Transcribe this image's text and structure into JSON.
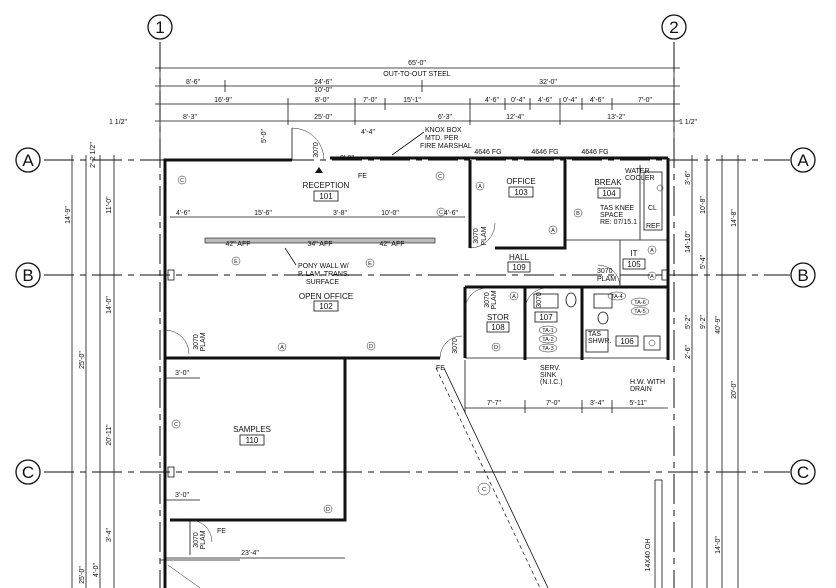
{
  "grid": {
    "columns": [
      "1",
      "2"
    ],
    "rows": [
      "A",
      "B",
      "C"
    ]
  },
  "dimensions": {
    "overall": "65'-0\"",
    "overall_note": "OUT-TO-OUT STEEL",
    "row2": [
      "8'-6\"",
      "24'-6\"",
      "32'-0\""
    ],
    "row2_sub": "10'-0\"",
    "row3": [
      "16'-9\"",
      "8'-0\"",
      "7'-0\"",
      "15'-1\"",
      "4'-6\"",
      "0'-4\"",
      "4'-6\"",
      "0'-4\"",
      "4'-6\"",
      "7'-0\""
    ],
    "row4": [
      "1 1/2\"",
      "8'-3\"",
      "25'-0\"",
      "6'-3\"",
      "12'-4\"",
      "13'-2\"",
      "1 1/2\""
    ],
    "small": [
      "4'-4\"",
      "5'-0\"",
      "2'-2 1/2\""
    ],
    "reception": [
      "4'-6\"",
      "15'-6\"",
      "3'-8\"",
      "10'-0\"",
      "4'-6\""
    ],
    "left_vertical": [
      "14'-9\"",
      "11'-0\"",
      "14'-0\"",
      "25'-0\"",
      "20'-11\"",
      "3'-4\"",
      "25'-0\"",
      "4'-0\""
    ],
    "right_vertical": [
      "3'-6\"",
      "10'-8\"",
      "14'-8\"",
      "14'-10\"",
      "5'-4\"",
      "9'-2\"",
      "5'-2\"",
      "40'-9\"",
      "2'-6\"",
      "20'-0\"",
      "14'-0\""
    ],
    "samples": [
      "3'-0\"",
      "3'-0\"",
      "23'-4\""
    ],
    "bottom_right": [
      "7'-7\"",
      "7'-0\"",
      "3'-4\"",
      "5'-11\""
    ]
  },
  "rooms": [
    {
      "name": "RECEPTION",
      "number": "101"
    },
    {
      "name": "OPEN OFFICE",
      "number": "102"
    },
    {
      "name": "OFFICE",
      "number": "103"
    },
    {
      "name": "BREAK",
      "number": "104"
    },
    {
      "name": "IT",
      "number": "105"
    },
    {
      "name": "",
      "number": "106"
    },
    {
      "name": "",
      "number": "107"
    },
    {
      "name": "STOR",
      "number": "108"
    },
    {
      "name": "HALL",
      "number": "109"
    },
    {
      "name": "SAMPLES",
      "number": "110"
    }
  ],
  "notes": {
    "knox": [
      "KNOX BOX",
      "MTD. PER",
      "FIRE MARSHAL"
    ],
    "pony": [
      "PONY WALL W/",
      "P. LAM. TRANS.",
      "SURFACE"
    ],
    "water": [
      "WATER",
      "COOLER"
    ],
    "tas": [
      "TAS KNEE",
      "SPACE",
      "RE: 07/15.1"
    ],
    "serv": [
      "SERV.",
      "SINK",
      "(N.I.C.)"
    ],
    "hw": [
      "H.W. WITH",
      "DRAIN"
    ],
    "tas_shwr": [
      "TAS",
      "SHWR."
    ],
    "aff": [
      "42\" AFF",
      "34\" AFF",
      "42\" AFF"
    ],
    "fg": [
      "4646 FG",
      "4646 FG",
      "4646 FG"
    ],
    "door": "3070",
    "door_plam": "PLAM",
    "fe": "FE",
    "ref": "REF",
    "cl": "CL",
    "small_dim": "8'-0\"",
    "bottom_right_note": "14X40 OH"
  },
  "tags": {
    "circles": [
      "C",
      "A",
      "B",
      "E",
      "D"
    ],
    "accessory": [
      "TA-1",
      "TA-2",
      "TA-3",
      "TA-4",
      "TA-5",
      "TA-6"
    ]
  }
}
